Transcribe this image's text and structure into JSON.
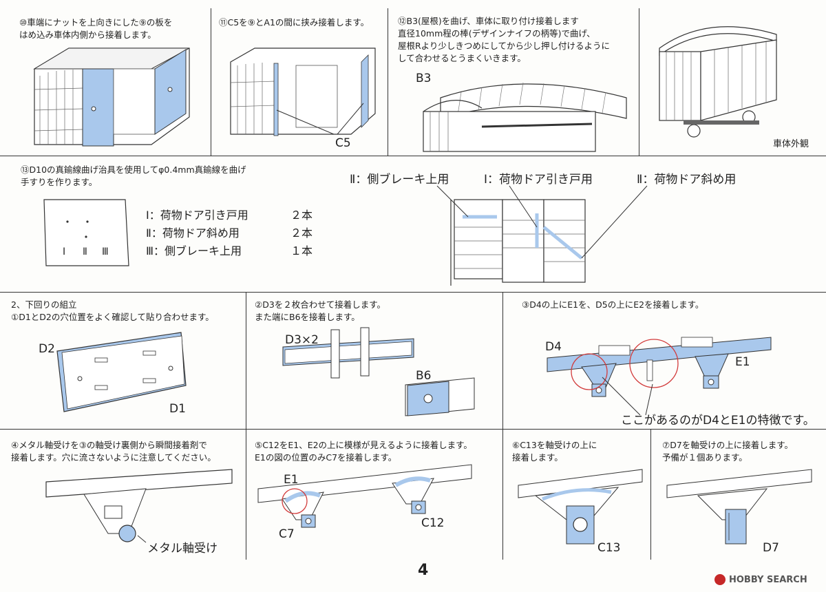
{
  "steps": {
    "s10": "⑩車端にナットを上向きにした⑨の板を\nはめ込み車体内側から接着します。",
    "s11": "⑪C5を⑨とA1の間に挟み接着します。",
    "s12": "⑫B3(屋根)を曲げ、車体に取り付け接着します\n直径10mm程の棒(デザインナイフの柄等)で曲げ、\n屋根Rより少しきつめにしてから少し押し付けるように\nして合わせるとうまくいきます。",
    "s13": "⑬D10の真鍮線曲げ治具を使用してφ0.4mm真鍮線を曲げ\n手すりを作ります。",
    "s2": "2、下回りの組立\n①D1とD2の穴位置をよく確認して貼り合わせます。",
    "s2_2": "②D3を２枚合わせて接着します。\nまた端にB6を接着します。",
    "s2_3": "③D4の上にE1を、D5の上にE2を接着します。",
    "s2_4": "④メタル軸受けを③の軸受け裏側から瞬間接着剤で\n接着します。穴に流さないように注意してください。",
    "s2_5": "⑤C12をE1、E2の上に模様が見えるように接着します。\nE1の図の位置のみC7を接着します。",
    "s2_6": "⑥C13を軸受けの上に\n接着します。",
    "s2_7": "⑦D7を軸受けの上に接着します。\n予備が１個あります。"
  },
  "labels": {
    "c5": "C5",
    "b3": "B3",
    "exterior": "車体外観",
    "handrail_side_brake": "Ⅱ：側ブレーキ上用",
    "handrail_sliding": "Ⅰ：荷物ドア引き戸用",
    "handrail_diagonal": "Ⅱ：荷物ドア斜め用",
    "jig_1": "Ⅰ",
    "jig_2": "Ⅱ",
    "jig_3": "Ⅲ",
    "d2": "D2",
    "d1": "D1",
    "d3x2": "D3×2",
    "b6": "B6",
    "d4": "D4",
    "e1": "E1",
    "feature_note": "ここがあるのがD4とE1の特徴です。",
    "metal_bearing": "メタル軸受け",
    "e1_b": "E1",
    "c7": "C7",
    "c12": "C12",
    "c13": "C13",
    "d7": "D7"
  },
  "parts_table": [
    {
      "name": "Ⅰ：荷物ドア引き戸用",
      "qty": "２本"
    },
    {
      "name": "Ⅱ：荷物ドア斜め用",
      "qty": "２本"
    },
    {
      "name": "Ⅲ：側ブレーキ上用",
      "qty": "１本"
    }
  ],
  "page_number": "4",
  "brand": "HOBBY SEARCH",
  "colors": {
    "part_blue": "#a9c8ec",
    "highlight_red": "#d23b3b",
    "line": "#333333"
  }
}
